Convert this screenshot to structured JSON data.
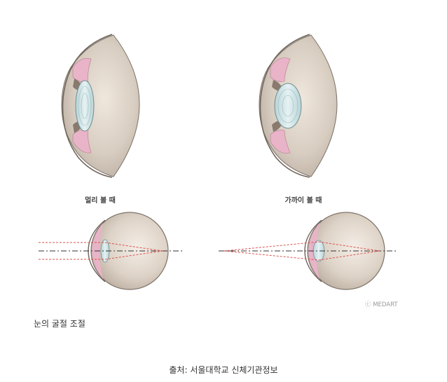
{
  "figure": {
    "labels": {
      "far": "멀리 볼 때",
      "near": "가까이 볼 때"
    },
    "watermark": "ⓒ MEDART"
  },
  "caption": "눈의 굴절 조절",
  "source": "출처: 서울대학교 신체기관정보",
  "colors": {
    "sclera": "#d3c9be",
    "tissue": "#e9b3c8",
    "lens": "#cfe2e4",
    "ray": "#d9534f",
    "axis": "#333333"
  }
}
